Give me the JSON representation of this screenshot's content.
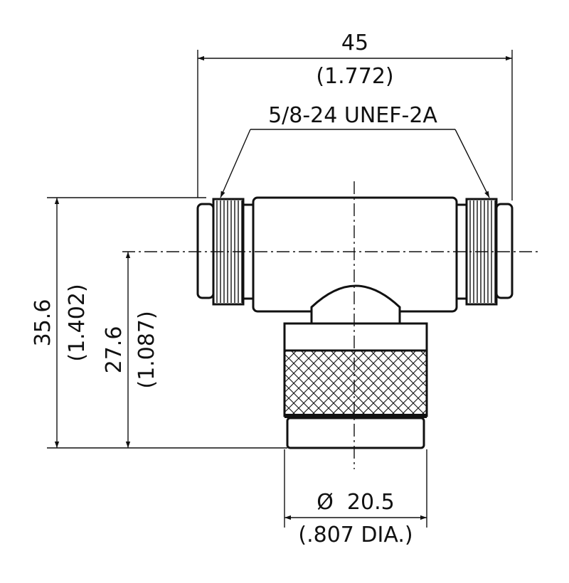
{
  "dimensions": {
    "width_mm": "45",
    "width_in": "(1.772)",
    "thread": "5/8-24 UNEF-2A",
    "height_total_mm": "35.6",
    "height_total_in": "(1.402)",
    "height_center_mm": "27.6",
    "height_center_in": "(1.087)",
    "diameter_mm": "Ø  20.5",
    "diameter_in": "(.807 DIA.)"
  }
}
